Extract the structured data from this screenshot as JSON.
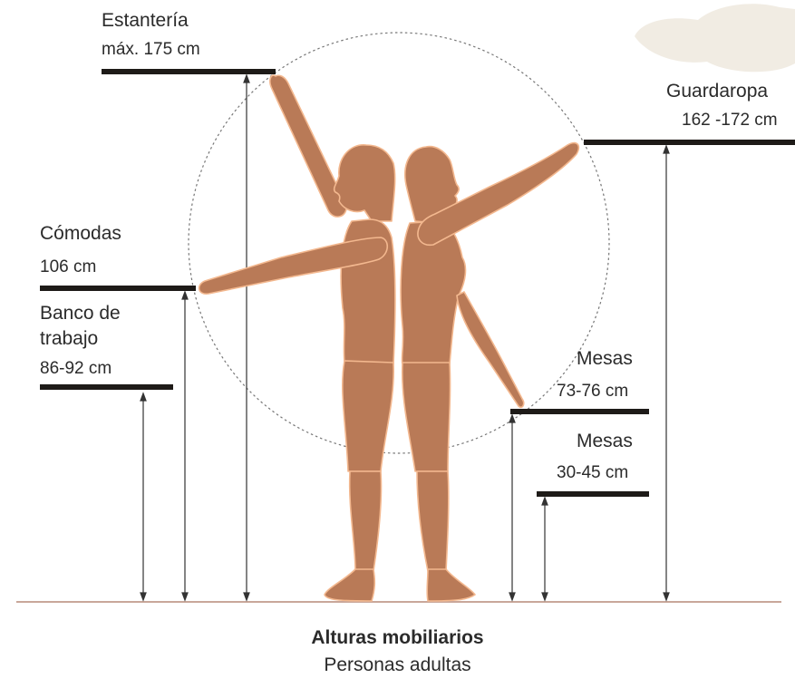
{
  "labels": {
    "shelf_name": "Estantería",
    "shelf_value": "máx. 175 cm",
    "wardrobe_name": "Guardaropa",
    "wardrobe_value": "162 -172 cm",
    "dresser_name": "Cómodas",
    "dresser_value": "106 cm",
    "bench_name_line1": "Banco de",
    "bench_name_line2": "trabajo",
    "bench_value": "86-92 cm",
    "table_high_name": "Mesas",
    "table_high_value": "73-76 cm",
    "table_low_name": "Mesas",
    "table_low_value": "30-45 cm"
  },
  "caption": {
    "title": "Alturas mobiliarios",
    "subtitle": "Personas adultas"
  },
  "colors": {
    "figure_fill": "#b97a57",
    "figure_outline": "#f3b88f",
    "bar": "#1e1b18",
    "floor": "#c9a79a",
    "cloud": "#f1ece3"
  }
}
